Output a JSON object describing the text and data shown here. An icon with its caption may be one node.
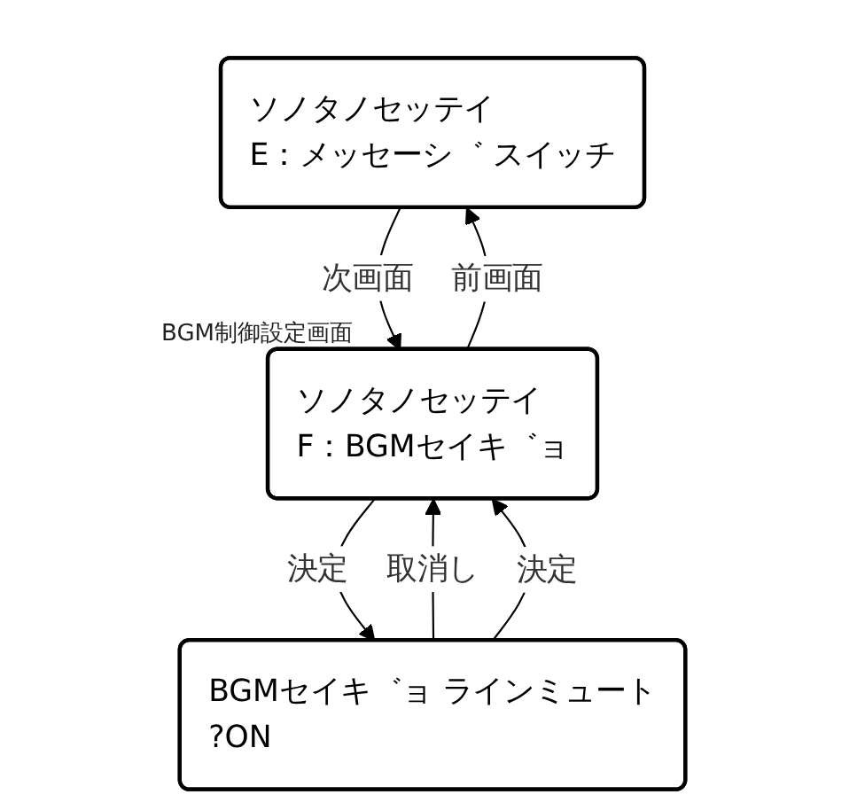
{
  "diagram": {
    "nodes": [
      {
        "text": [
          "ソノタノセッテイ",
          "E：メッセーシ゛ スイッチ"
        ]
      },
      {
        "text": [
          "ソノタノセッテイ",
          "F：BGMセイキ゛ョ"
        ],
        "beside": [
          "BGM制御設定画面"
        ]
      },
      {
        "text": [
          "BGMセイキ゛ョ ラインミュート",
          "?ON"
        ]
      }
    ],
    "edges": [
      {
        "from": 0,
        "to": 1,
        "arrow": "to",
        "label": "次画面"
      },
      {
        "from": 1,
        "to": 0,
        "arrow": "to",
        "label": "前画面"
      },
      {
        "from": 1,
        "to": 2,
        "arrow": "to",
        "label": "決定"
      },
      {
        "from": 2,
        "to": 1,
        "arrow": "to",
        "label": "取消し"
      },
      {
        "from": 2,
        "to": 1,
        "arrow": "to",
        "label": "決定"
      }
    ]
  }
}
